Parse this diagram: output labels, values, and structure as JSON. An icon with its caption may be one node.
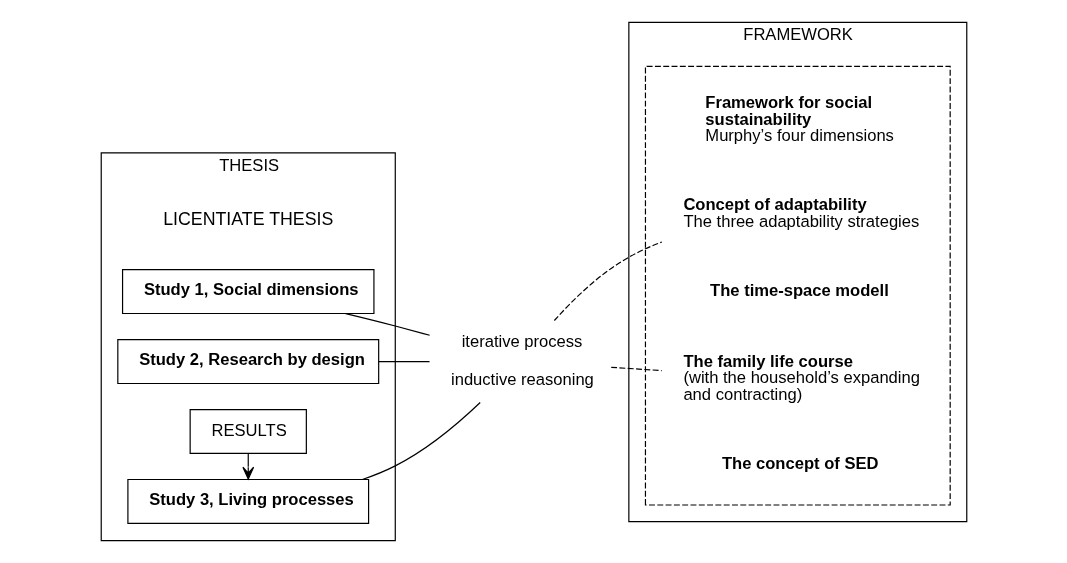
{
  "diagram": {
    "nodes": [
      {
        "text": [
          "THESIS"
        ]
      },
      {
        "text": [
          "Study 1, Social dimensions"
        ],
        "in": 0
      },
      {
        "text": [
          "Study 2, Research by design"
        ],
        "in": 0
      },
      {
        "text": [
          "RESULTS"
        ],
        "in": 0
      },
      {
        "text": [
          "Study 3, Living processes"
        ],
        "in": 0
      },
      {
        "text": [
          "iterative process",
          "inductive reasoning"
        ]
      },
      {
        "text": [
          "FRAMEWORK"
        ]
      },
      {
        "text": [],
        "shape": "box",
        "in": 6
      },
      {
        "text": [
          "Framework for social sustainability",
          "Murphy’s four dimensions"
        ],
        "in": 7
      },
      {
        "text": [
          "Concept of adaptability",
          "The three adaptability strategies"
        ],
        "in": 7
      },
      {
        "text": [
          "The time-space modell"
        ],
        "in": 7
      },
      {
        "text": [
          "The family life course",
          "(with the household’s expanding and contracting)"
        ],
        "in": 7
      },
      {
        "text": [
          "The concept of SED"
        ],
        "in": 7
      }
    ],
    "edges": [
      {
        "from": 3,
        "to": 4,
        "arrow": "to"
      },
      {
        "from": 1,
        "to": 5,
        "arrow": "none"
      },
      {
        "from": 2,
        "to": 5,
        "arrow": "none"
      },
      {
        "from": 4,
        "to": 5,
        "arrow": "none"
      },
      {
        "from": 5,
        "to": 9,
        "arrow": "none",
        "style": "dashed"
      },
      {
        "from": 5,
        "to": 11,
        "arrow": "none",
        "style": "dashed"
      }
    ],
    "labels": [
      "LICENTIATE THESIS"
    ]
  }
}
